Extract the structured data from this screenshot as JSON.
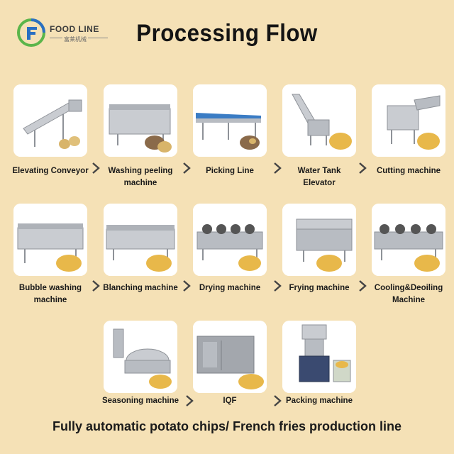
{
  "brand": {
    "name": "FOOD LINE",
    "subtitle": "富莱机械"
  },
  "title": "Processing Flow",
  "steps": [
    {
      "label": "Elevating Conveyor"
    },
    {
      "label": "Washing peeling\nmachine"
    },
    {
      "label": "Picking Line"
    },
    {
      "label": "Water Tank\nElevator"
    },
    {
      "label": "Cutting machine"
    },
    {
      "label": "Bubble washing machine"
    },
    {
      "label": "Blanching machine"
    },
    {
      "label": "Drying machine"
    },
    {
      "label": "Frying machine"
    },
    {
      "label": "Cooling&Deoiling\nMachine"
    },
    {
      "label": "Seasoning machine"
    },
    {
      "label": "IQF"
    },
    {
      "label": "Packing machine"
    }
  ],
  "footer": "Fully automatic potato chips/ French fries production line",
  "colors": {
    "background": "#f5e1b6",
    "card": "#ffffff",
    "steel": "#b8bcc2",
    "fries": "#e8b84a",
    "logo_green": "#5bb54a",
    "logo_blue": "#2a6fc2"
  },
  "icons": [
    "food-line-logo-icon",
    "chevron-right-icon"
  ]
}
